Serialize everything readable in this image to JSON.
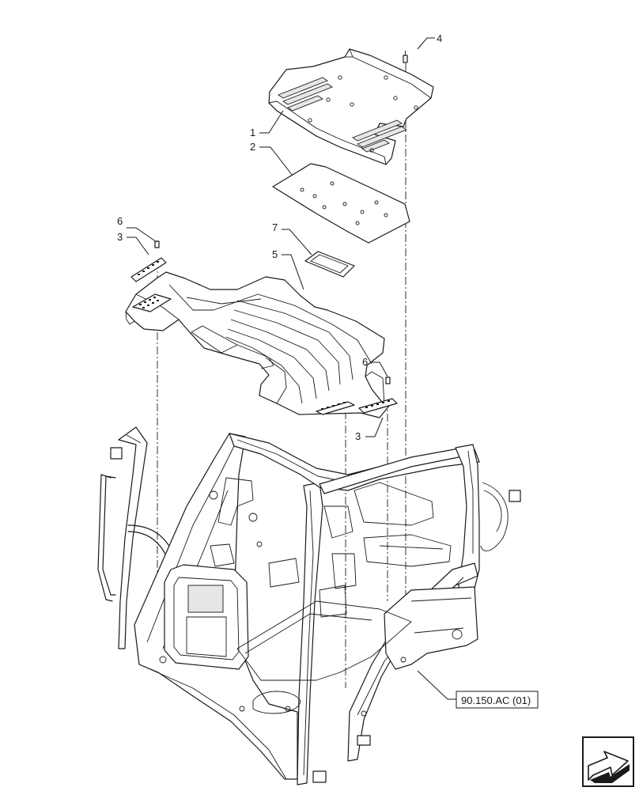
{
  "callouts": {
    "c1": "1",
    "c2": "2",
    "c3a": "3",
    "c3b": "3",
    "c4": "4",
    "c5": "5",
    "c6a": "6",
    "c6b": "6",
    "c7": "7"
  },
  "reference": {
    "label": "90.150.AC (01)"
  },
  "nav_icon": "next-page-arrow-icon"
}
